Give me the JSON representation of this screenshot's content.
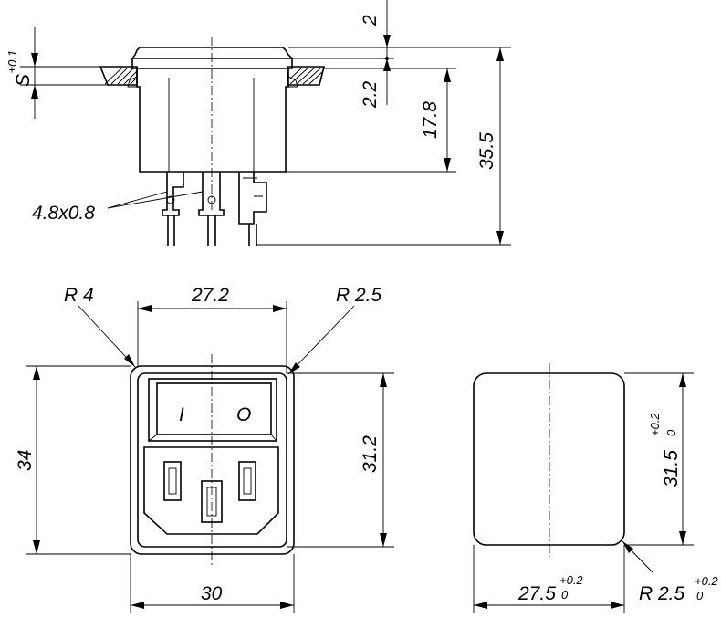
{
  "side_view": {
    "dim_top_gap": "2",
    "dim_panel_thickness": "S",
    "dim_panel_tolerance": "±0.1",
    "dim_flange": "2.2",
    "dim_body_depth": "17.8",
    "dim_total_depth": "35.5",
    "terminal_label": "4.8x0.8"
  },
  "front_view": {
    "radius_left": "R 4",
    "radius_right": "R 2.5",
    "dim_inner_width": "27.2",
    "dim_outer_height": "34",
    "dim_inner_height": "31.2",
    "dim_outer_width": "30",
    "switch_on_symbol": "I",
    "switch_off_symbol": "O"
  },
  "cutout_view": {
    "dim_height": "31.5",
    "dim_height_tol_upper": "+0.2",
    "dim_height_tol_lower": "0",
    "dim_width": "27.5",
    "dim_width_tol_upper": "+0.2",
    "dim_width_tol_lower": "0",
    "radius": "R 2.5",
    "radius_tol_upper": "+0.2",
    "radius_tol_lower": "0"
  }
}
